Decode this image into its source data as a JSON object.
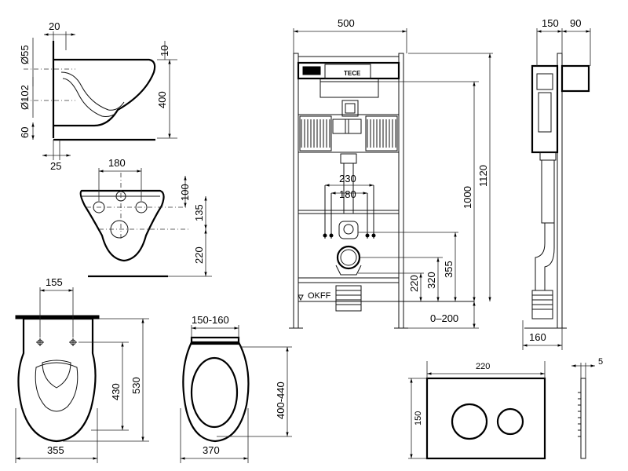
{
  "side_bowl": {
    "d1": "20",
    "d2": "Ø55",
    "d3": "10",
    "d4": "Ø102",
    "d5": "400",
    "d6": "60",
    "d7": "25"
  },
  "front_bowl": {
    "d1": "180",
    "d2": "100",
    "d3": "135",
    "d4": "220"
  },
  "top_bowl": {
    "d1": "155",
    "d2": "430",
    "d3": "530",
    "d4": "355"
  },
  "seat": {
    "d1": "150-160",
    "d2": "400-440",
    "d3": "370"
  },
  "frame": {
    "d1": "500",
    "d2": "230",
    "d3": "180",
    "d4": "1000",
    "d5": "1120",
    "d6": "220",
    "d7": "320",
    "d8": "355",
    "d9": "0–200",
    "brand": "TECE",
    "floor_label": "OKFF"
  },
  "frame_side": {
    "d1": "150",
    "d2": "90",
    "d3": "160"
  },
  "plate": {
    "d1": "220",
    "d2": "150",
    "d3": "5"
  }
}
